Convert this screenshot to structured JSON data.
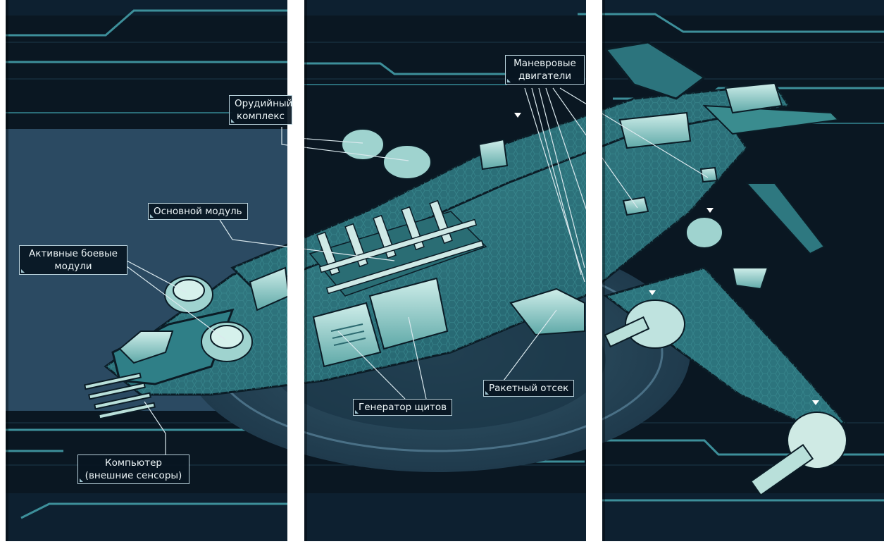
{
  "labels": {
    "weapon_complex": {
      "line1": "Орудийный",
      "line2": "комплекс"
    },
    "maneuver_engines": {
      "line1": "Маневровые",
      "line2": "двигатели"
    },
    "main_module": {
      "line1": "Основной модуль"
    },
    "active_modules": {
      "line1": "Активные боевые",
      "line2": "модули"
    },
    "missile_bay": {
      "line1": "Ракетный отсек"
    },
    "shield_generator": {
      "line1": "Генератор щитов"
    },
    "computer": {
      "line1": "Компьютер",
      "line2": "(внешние сенсоры)"
    }
  },
  "colors": {
    "background": "#0a1722",
    "hull": "#2f7c85",
    "hull_light": "#6fb3b3",
    "circuit": "#3d8f9a",
    "platform": "#2a4a5e",
    "gap": "#ffffff"
  },
  "panels": 3
}
